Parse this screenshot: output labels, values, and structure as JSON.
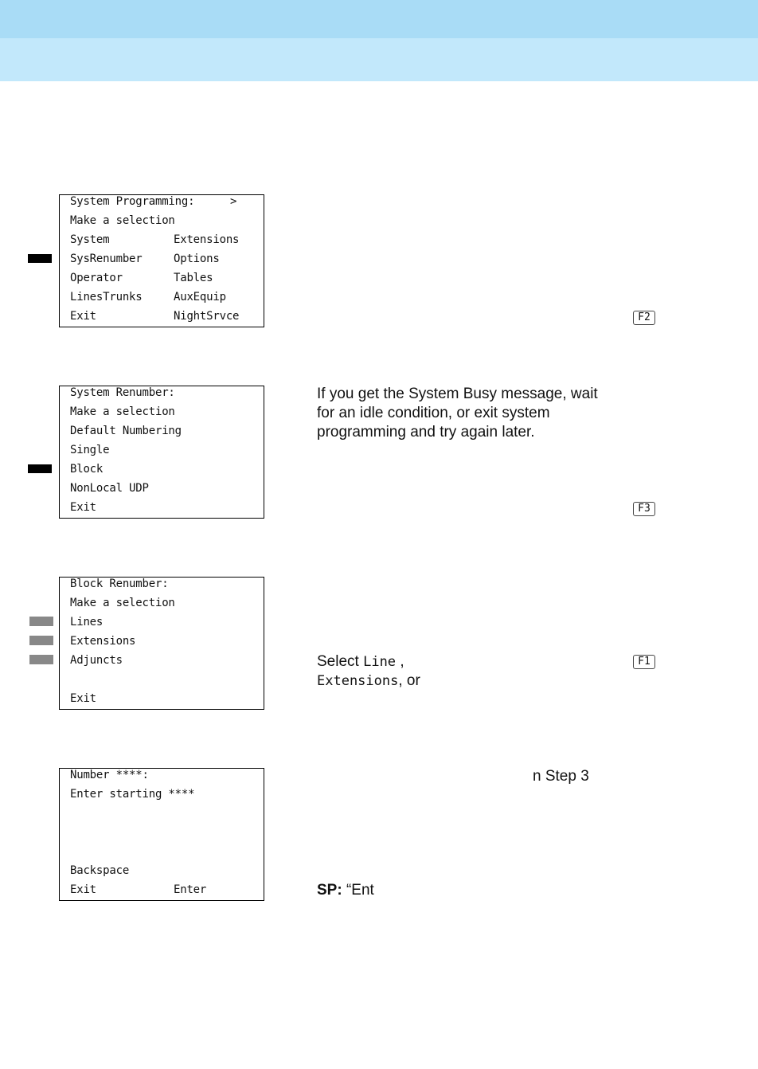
{
  "screens": {
    "sysprog": {
      "title": "System Programming:",
      "arrow": ">",
      "prompt": "Make a selection",
      "left": [
        "System",
        "SysRenumber",
        "Operator",
        "LinesTrunks",
        "Exit"
      ],
      "right": [
        "Extensions",
        "Options",
        "Tables",
        "AuxEquip",
        "NightSrvce"
      ]
    },
    "renumber": {
      "title": "System Renumber:",
      "prompt": "Make a selection",
      "items": [
        "Default Numbering",
        "Single",
        "Block",
        "NonLocal UDP",
        "Exit"
      ]
    },
    "block": {
      "title": "Block Renumber:",
      "prompt": "Make a selection",
      "items": [
        "Lines",
        "Extensions",
        "Adjuncts"
      ],
      "exit": "Exit"
    },
    "number": {
      "title": "Number ****:",
      "prompt": "Enter starting ****",
      "backspace": "Backspace",
      "exit": "Exit",
      "enter": "Enter"
    }
  },
  "fkeys": [
    "F2",
    "F3",
    "F1"
  ],
  "text": {
    "busy_line1": "If you get the System Busy message, wait",
    "busy_line2": "for an idle condition, or exit system",
    "busy_line3": "programming and try again later.",
    "select_prefix": "Select ",
    "select_line": "Line",
    "select_sep": " ,",
    "select_ext": "Extensions",
    "select_suffix": ", or",
    "step_ref": "n Step 3",
    "sp_label": "SP:",
    "sp_text": " “Ent"
  }
}
